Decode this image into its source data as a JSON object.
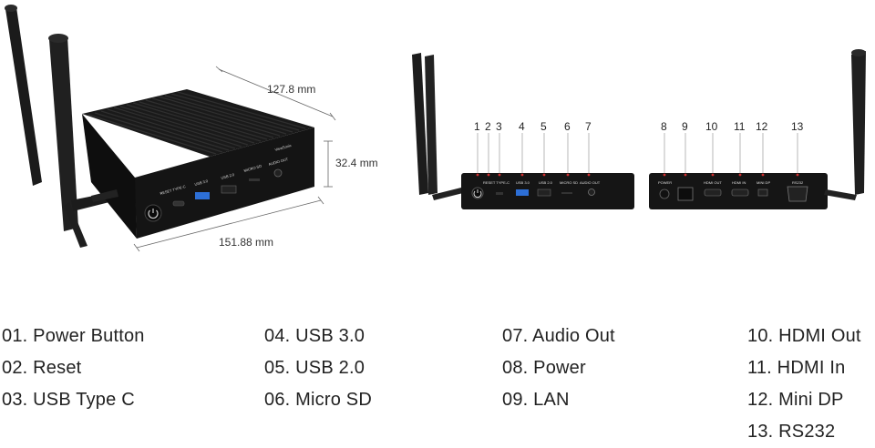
{
  "dimensions": {
    "depth": "127.8 mm",
    "height": "32.4 mm",
    "width": "151.88 mm"
  },
  "device_front_labels": [
    "RESET",
    "TYPE-C",
    "USB 3.0",
    "USB 2.0",
    "MICRO SD",
    "AUDIO OUT"
  ],
  "device_brand": "ViewSonic",
  "callout_numbers": {
    "front": [
      "1",
      "2",
      "3",
      "4",
      "5",
      "6",
      "7"
    ],
    "rear": [
      "8",
      "9",
      "10",
      "11",
      "12",
      "13"
    ]
  },
  "rear_port_labels": [
    "POWER",
    "HDMI OUT",
    "HDMI IN",
    "MINI DP",
    "RS232"
  ],
  "legend": {
    "col1": [
      "01. Power Button",
      "02. Reset",
      "03. USB Type C"
    ],
    "col2": [
      "04. USB 3.0",
      "05. USB 2.0",
      "06. Micro SD"
    ],
    "col3": [
      "07. Audio Out",
      "08. Power",
      "09. LAN"
    ],
    "col4": [
      "10. HDMI Out",
      "11.  HDMI In",
      "12. Mini DP",
      "13. RS232"
    ]
  },
  "colors": {
    "device_body": "#151515",
    "port_blue": "#2d6fd6",
    "led_red": "#d23030",
    "antenna": "#1a1a1a"
  }
}
